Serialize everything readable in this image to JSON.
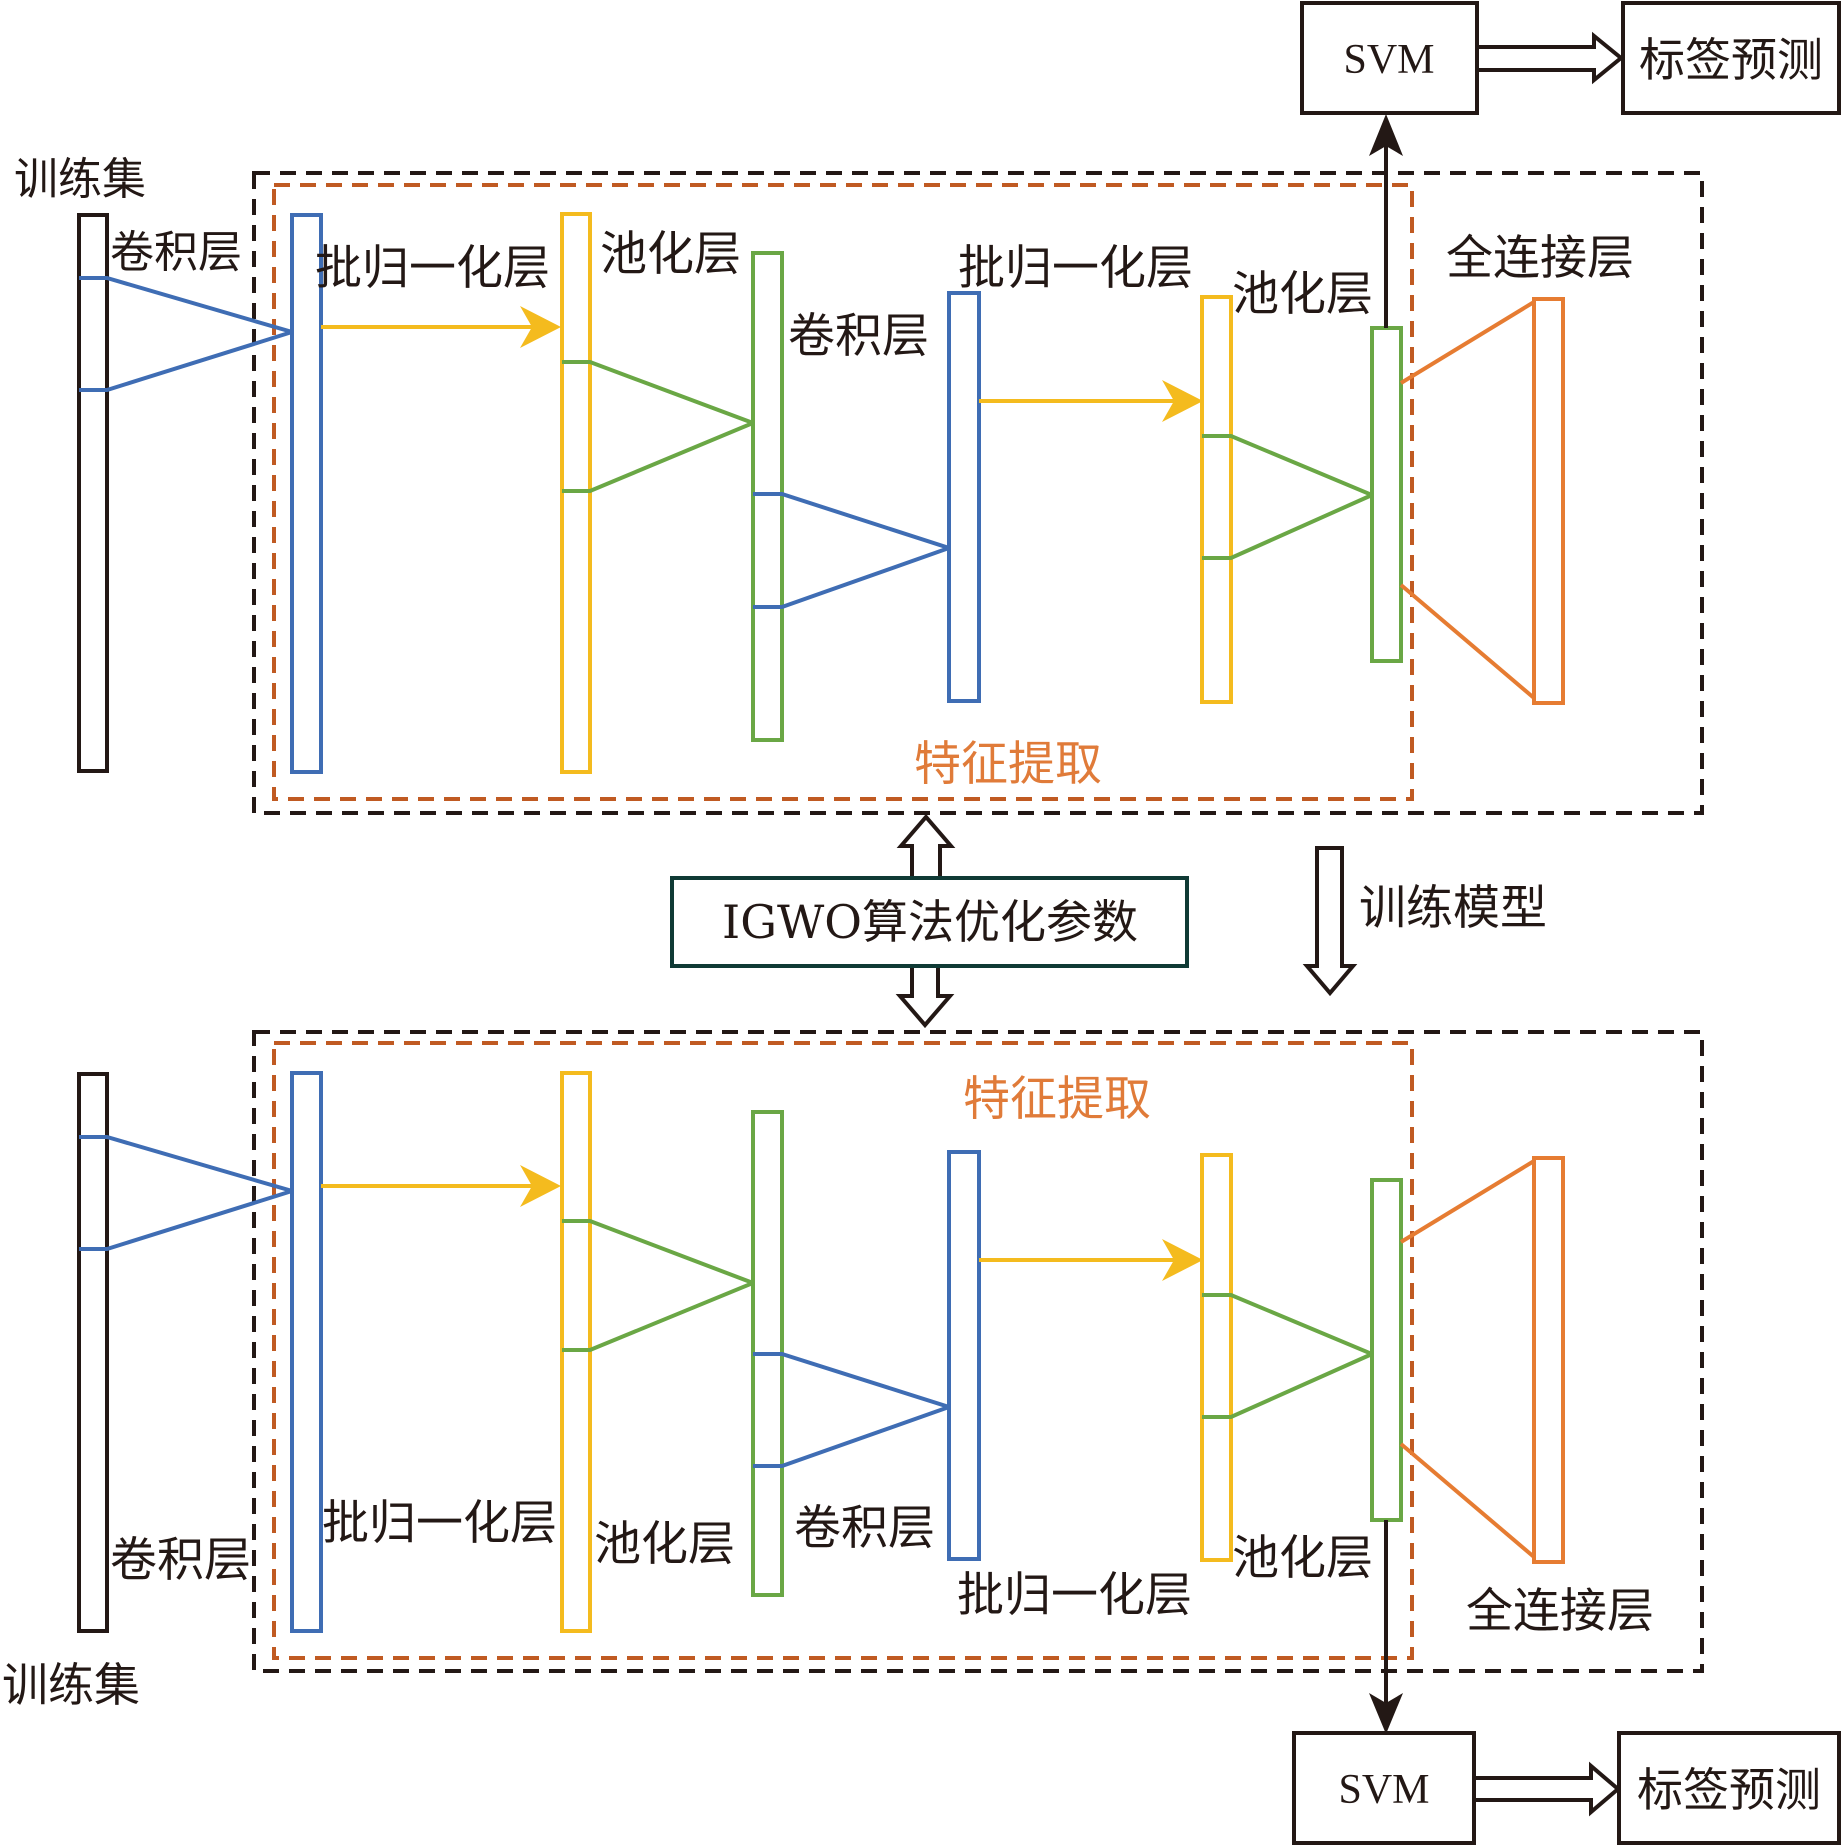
{
  "colors": {
    "black": "#231815",
    "blue": "#3f6db4",
    "yellow": "#f4bb1e",
    "green": "#6aa745",
    "orange_fc": "#e67c32",
    "orange_dash": "#c05a22",
    "orange_text": "#e07b39",
    "igwo_border": "#0f3a35"
  },
  "top_section": {
    "input_label": "训练集",
    "labels": {
      "conv1": "卷积层",
      "bn1": "批归一化层",
      "pool1": "池化层",
      "conv2": "卷积层",
      "bn2": "批归一化层",
      "pool2": "池化层",
      "fc": "全连接层"
    },
    "feature_extraction_label": "特征提取",
    "svm_label": "SVM",
    "prediction_label": "标签预测"
  },
  "middle": {
    "optimizer_label": "IGWO算法优化参数",
    "train_label": "训练模型"
  },
  "bottom_section": {
    "input_label": "训练集",
    "labels": {
      "conv1": "卷积层",
      "bn1": "批归一化层",
      "pool1": "池化层",
      "conv2": "卷积层",
      "bn2": "批归一化层",
      "pool2": "池化层",
      "fc": "全连接层"
    },
    "feature_extraction_label": "特征提取",
    "svm_label": "SVM",
    "prediction_label": "标签预测"
  }
}
